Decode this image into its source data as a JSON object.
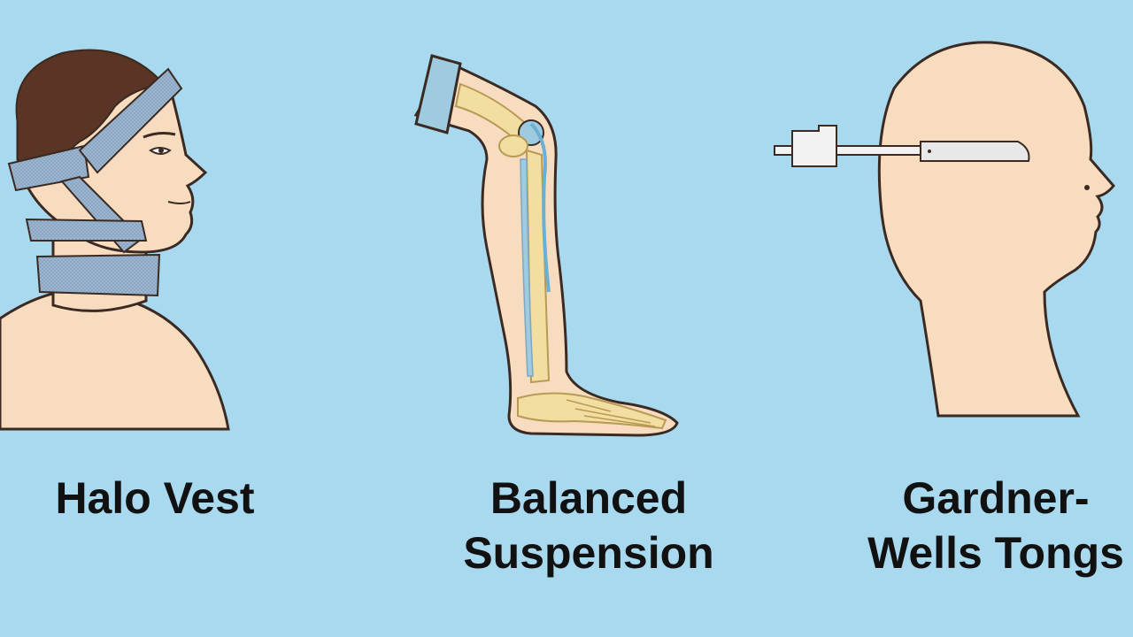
{
  "palette": {
    "background": "#a9d9ee",
    "skin": "#f7dcc0",
    "outline": "#3a2a22",
    "hair": "#5a3424",
    "strap": "#9fb9d3",
    "bone": "#f3dea1",
    "pad": "#9fcbe0"
  },
  "panels": [
    {
      "caption": "Halo Vest"
    },
    {
      "caption": "Balanced Suspension"
    },
    {
      "caption": "Gardner-Wells Tongs"
    }
  ],
  "captions": {
    "halo_vest": "Halo Vest",
    "balanced_line1": "Balanced",
    "balanced_line2": "Suspension",
    "gardner_line1": "Gardner-",
    "gardner_line2": "Wells Tongs"
  },
  "icons": [
    "head-strap-figure",
    "leg-skeleton-figure",
    "head-tongs-figure"
  ]
}
